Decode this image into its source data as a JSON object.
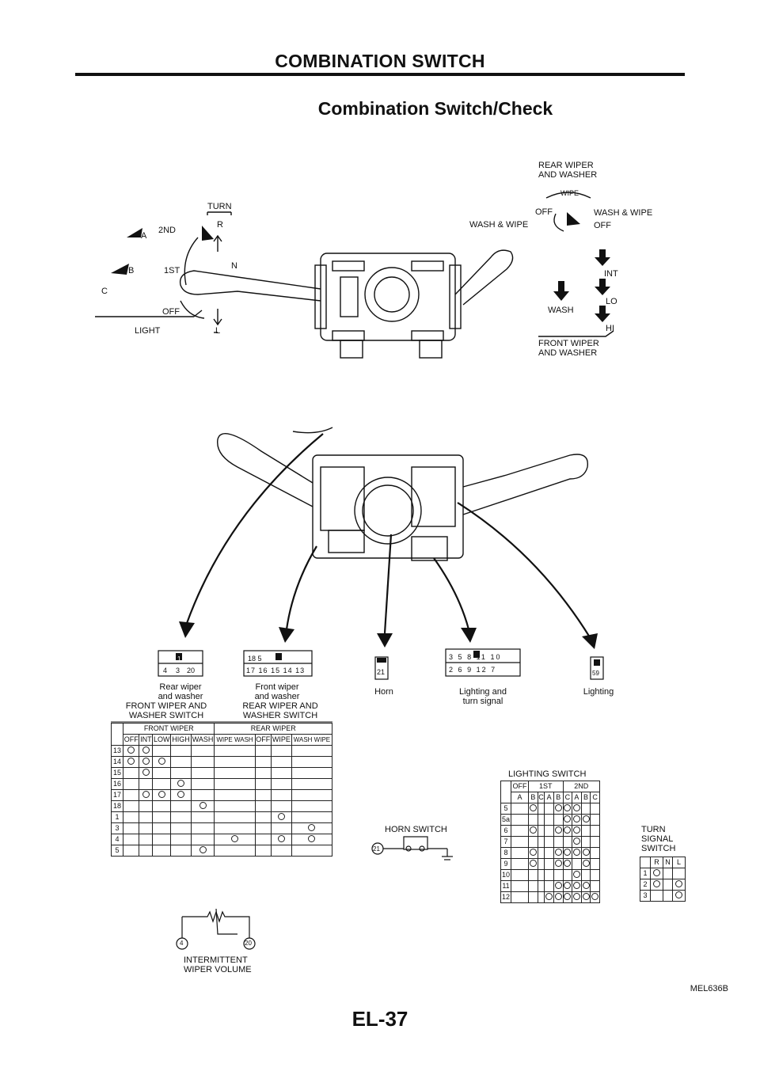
{
  "header": {
    "section_title": "COMBINATION SWITCH",
    "subtitle": "Combination Switch/Check"
  },
  "top_diagram": {
    "light": {
      "group": "LIGHT",
      "positions": [
        "A",
        "B",
        "C"
      ],
      "stages": [
        "2ND",
        "1ST",
        "OFF"
      ]
    },
    "turn": {
      "group": "TURN",
      "positions": [
        "R",
        "N",
        "L"
      ]
    },
    "rear_wiper": {
      "group": "REAR WIPER\nAND WASHER",
      "wipe_label": "WIPE",
      "off": "OFF",
      "wash_wipe_left": "WASH & WIPE",
      "wash_wipe_right": "WASH & WIPE"
    },
    "front_wiper": {
      "group": "FRONT WIPER\nAND WASHER",
      "positions": [
        "OFF",
        "INT",
        "LO",
        "HI"
      ],
      "wash": "WASH"
    }
  },
  "connectors": [
    {
      "pins_top": [
        "1"
      ],
      "pins_bottom": [
        "4",
        "3",
        "20"
      ],
      "caption": "Rear wiper\nand washer"
    },
    {
      "pins_top": [
        "17",
        "16",
        "15",
        "14",
        "13"
      ],
      "pins_bottom": [
        "18",
        "5"
      ],
      "caption": "Front wiper\nand washer"
    },
    {
      "pins_top": [
        "21"
      ],
      "pins_bottom": [],
      "caption": "Horn"
    },
    {
      "pins_top": [
        "3",
        "5",
        "8",
        "11",
        "10"
      ],
      "pins_bottom": [
        "2",
        "6",
        "9",
        "12",
        "7"
      ],
      "caption": "Lighting and\nturn signal"
    },
    {
      "pins_top": [
        "59"
      ],
      "pins_bottom": [],
      "caption": "Lighting"
    }
  ],
  "wiper_table": {
    "front_heading": "FRONT WIPER AND\nWASHER SWITCH",
    "rear_heading": "REAR WIPER AND\nWASHER SWITCH",
    "front_group": "FRONT WIPER",
    "rear_group": "REAR WIPER",
    "columns": [
      "OFF",
      "INT",
      "LOW",
      "HIGH",
      "WASH",
      "WIPE WASH",
      "OFF",
      "WIPE",
      "WASH WIPE"
    ],
    "rows": [
      "13",
      "14",
      "15",
      "16",
      "17",
      "18",
      "1",
      "3",
      "4",
      "5"
    ]
  },
  "horn": {
    "label": "HORN SWITCH",
    "pin": "21"
  },
  "lighting_table": {
    "label": "LIGHTING SWITCH",
    "groups": [
      "OFF",
      "1ST",
      "2ND"
    ],
    "columns": [
      "A",
      "B",
      "C",
      "A",
      "B",
      "C",
      "A",
      "B",
      "C"
    ],
    "rows": [
      "5",
      "5a",
      "6",
      "7",
      "8",
      "9",
      "10",
      "11",
      "12"
    ]
  },
  "turn_table": {
    "label": "TURN\nSIGNAL\nSWITCH",
    "columns": [
      "R",
      "N",
      "L"
    ],
    "rows": [
      "1",
      "2",
      "3"
    ]
  },
  "intermittent": {
    "label": "INTERMITTENT\nWIPER VOLUME",
    "pins": [
      "4",
      "20"
    ]
  },
  "footer": {
    "figure_code": "MEL636B",
    "page_number": "EL-37"
  }
}
